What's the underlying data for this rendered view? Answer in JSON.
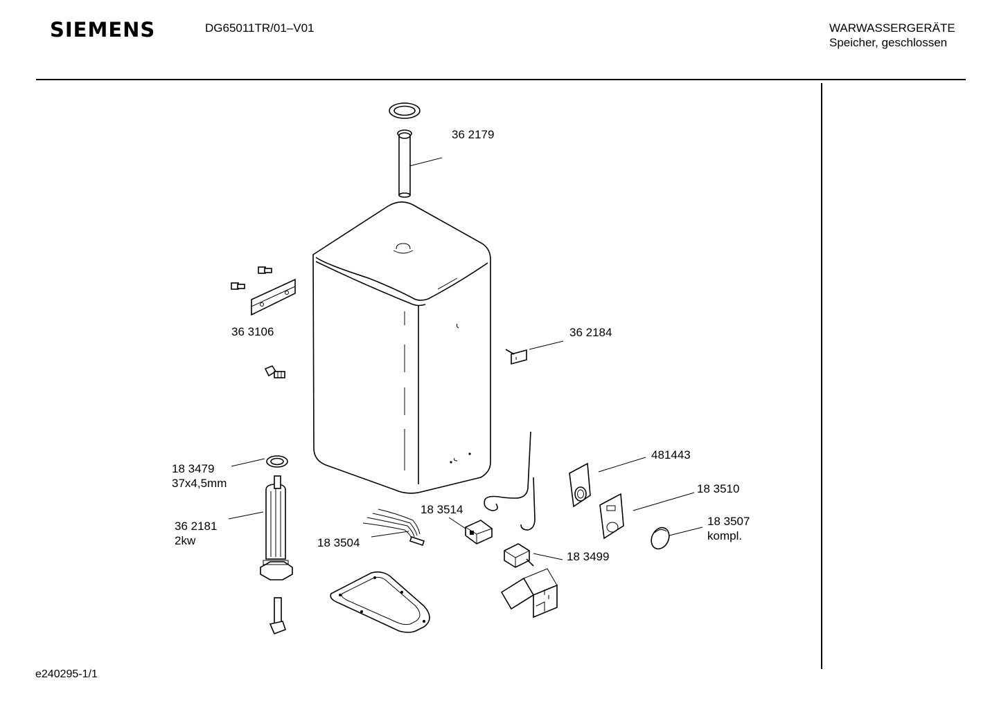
{
  "header": {
    "brand": "SIEMENS",
    "model": "DG65011TR/01–V01",
    "category_line1": "WARWASSERGERÄTE",
    "category_line2": "Speicher, geschlossen"
  },
  "footer": {
    "drawing_id": "e240295-1/1"
  },
  "callouts": {
    "c362179": "36 2179",
    "c363106": "36 3106",
    "c362184": "36 2184",
    "c481443": "481443",
    "c183479": "18 3479",
    "c183479_spec": "37x4,5mm",
    "c183510": "18 3510",
    "c183514": "18 3514",
    "c183507": "18 3507",
    "c183507_spec": "kompl.",
    "c362181": "36 2181",
    "c362181_spec": "2kw",
    "c183504": "18 3504",
    "c183499": "18 3499"
  }
}
